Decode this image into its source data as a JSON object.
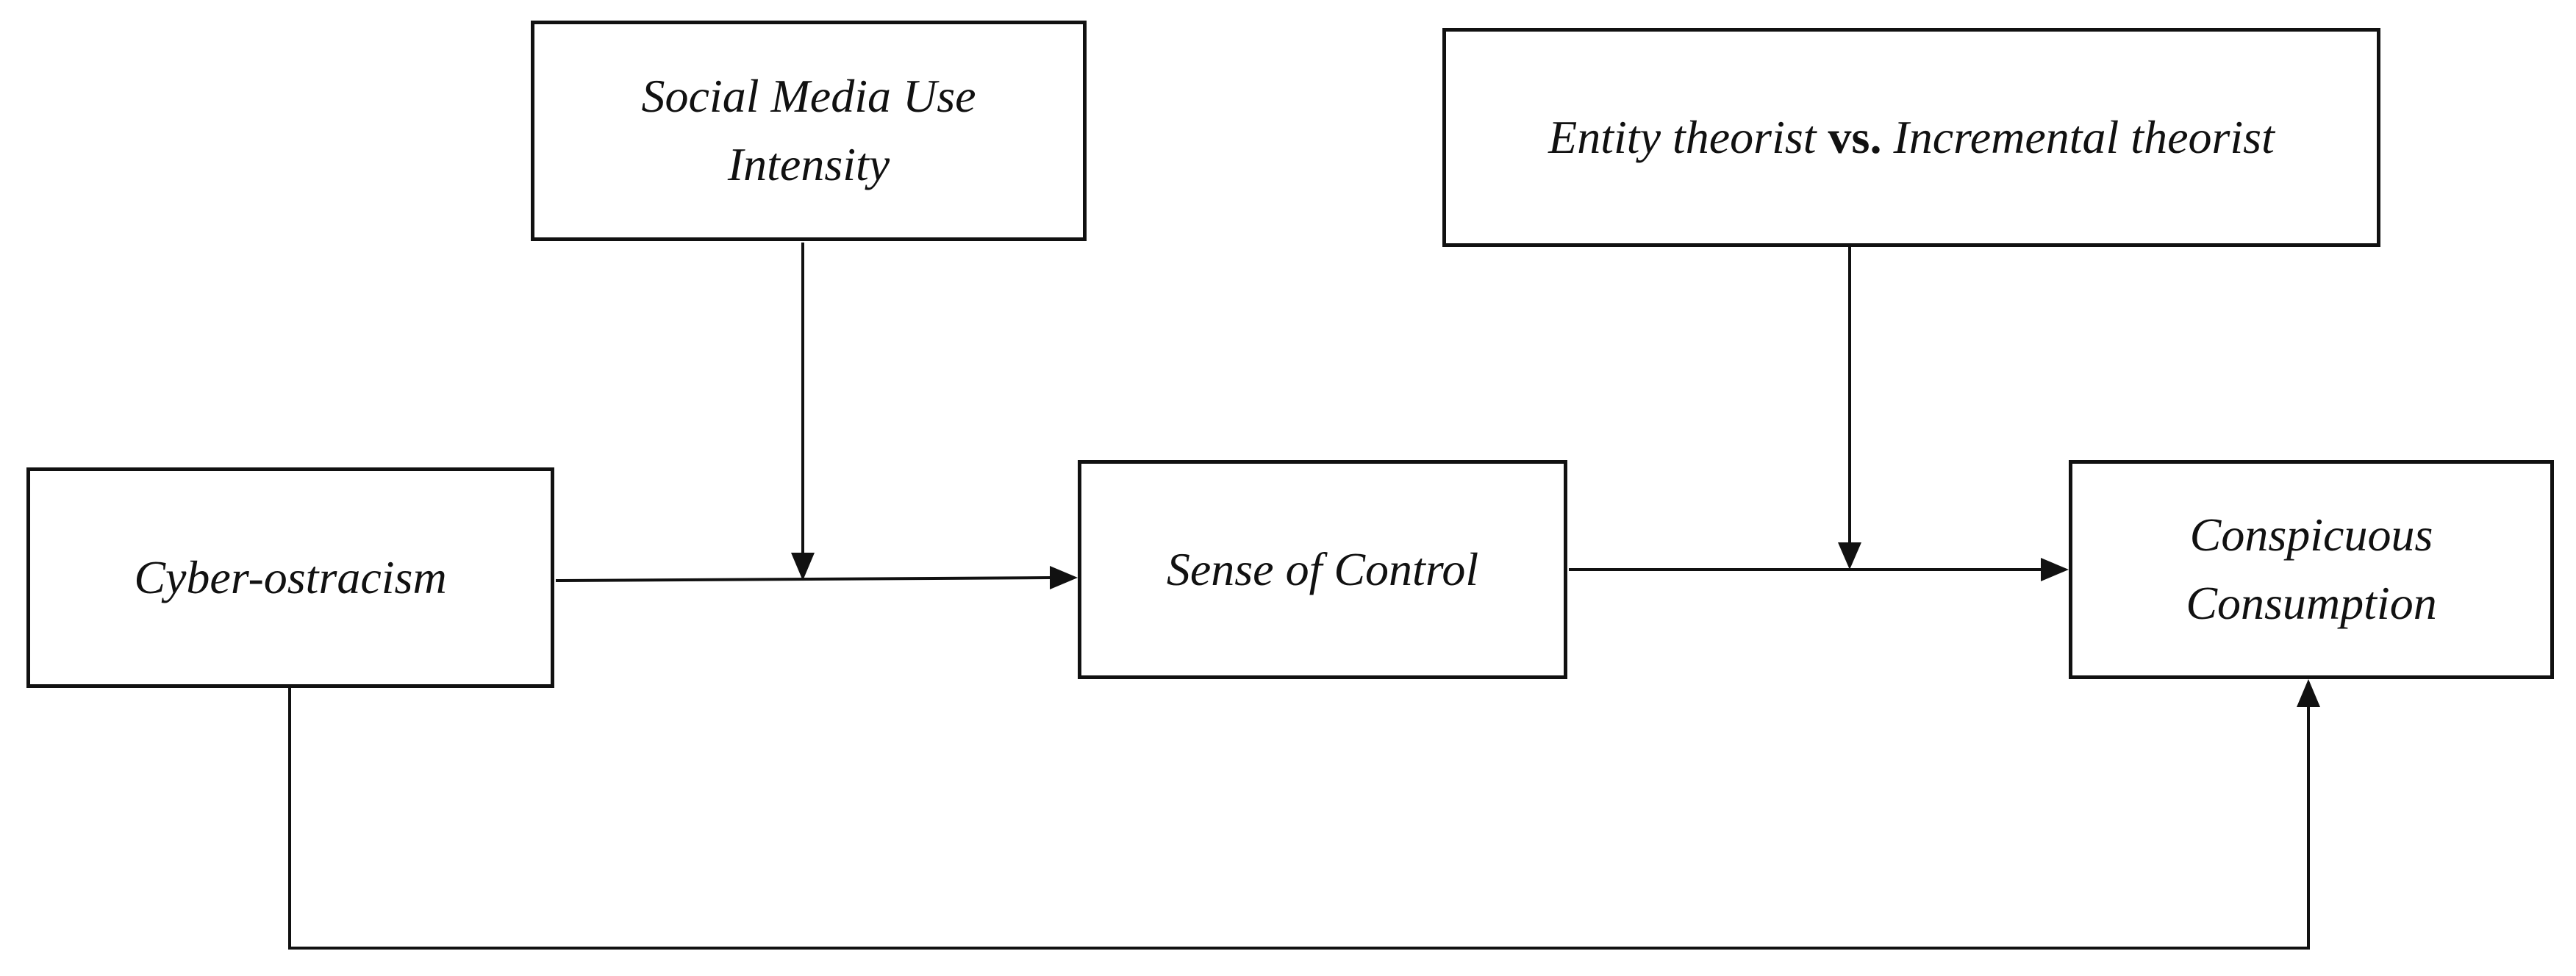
{
  "diagram": {
    "nodes": {
      "social_media": {
        "line1": "Social Media Use",
        "line2": "Intensity"
      },
      "entity_vs_incremental": {
        "part1": "Entity theorist",
        "connector": "vs.",
        "part2": "Incremental theorist"
      },
      "cyber_ostracism": {
        "label": "Cyber-ostracism"
      },
      "sense_of_control": {
        "label": "Sense of Control"
      },
      "conspicuous_consumption": {
        "line1": "Conspicuous",
        "line2": "Consumption"
      }
    },
    "edges": [
      {
        "from": "cyber_ostracism",
        "to": "sense_of_control"
      },
      {
        "from": "sense_of_control",
        "to": "conspicuous_consumption"
      },
      {
        "from": "cyber_ostracism",
        "to": "conspicuous_consumption"
      },
      {
        "from": "social_media",
        "to": "cyber_ostracism→sense_of_control"
      },
      {
        "from": "entity_vs_incremental",
        "to": "sense_of_control→conspicuous_consumption"
      }
    ],
    "colors": {
      "stroke": "#111111",
      "background": "#ffffff"
    }
  }
}
